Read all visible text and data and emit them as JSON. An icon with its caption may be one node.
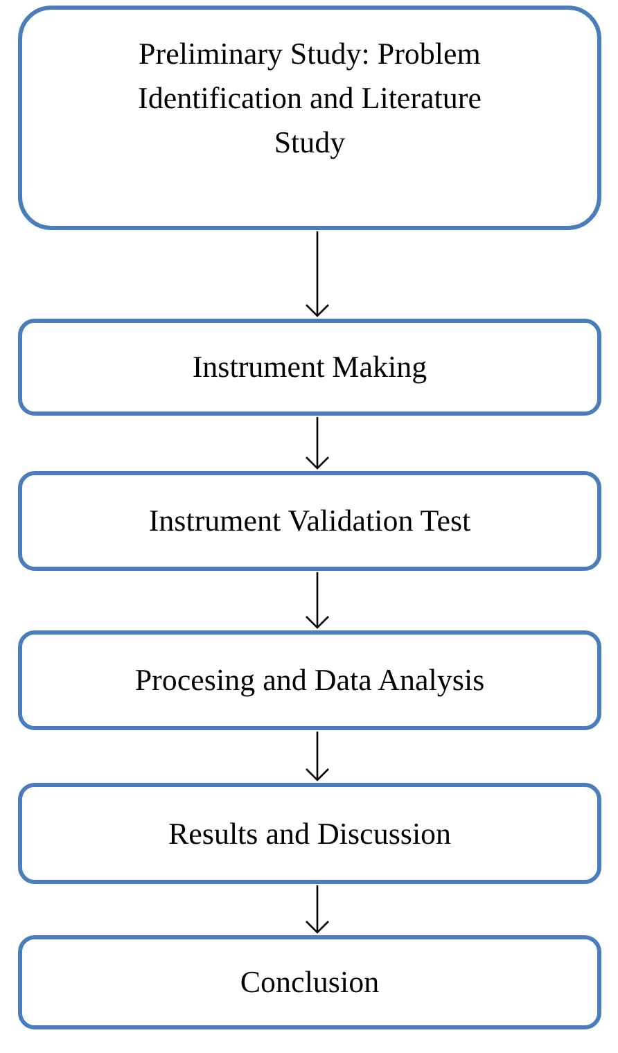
{
  "diagram": {
    "nodes": [
      {
        "text": [
          "Preliminary Study: Problem Identification and Literature Study"
        ]
      },
      {
        "text": [
          "Instrument Making"
        ]
      },
      {
        "text": [
          "Instrument Validation Test"
        ]
      },
      {
        "text": [
          "Procesing and Data Analysis"
        ]
      },
      {
        "text": [
          "Results and Discussion"
        ]
      },
      {
        "text": [
          "Conclusion"
        ]
      }
    ],
    "edges": [
      {
        "from": 0,
        "to": 1,
        "arrow": "to"
      },
      {
        "from": 1,
        "to": 2,
        "arrow": "to"
      },
      {
        "from": 2,
        "to": 3,
        "arrow": "to"
      },
      {
        "from": 3,
        "to": 4,
        "arrow": "to"
      },
      {
        "from": 4,
        "to": 5,
        "arrow": "to"
      }
    ]
  }
}
